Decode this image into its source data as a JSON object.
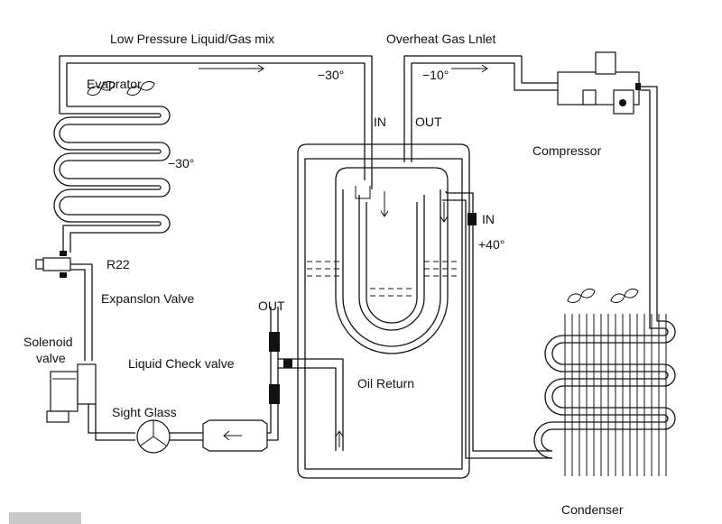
{
  "labels": {
    "low_pressure": "Low Pressure Liquid/Gas mix",
    "overheat_gas": "Overheat Gas Lnlet",
    "evaporator": "Evaprator",
    "temp_evap_top": "−30°",
    "temp_evap_coil": "−30°",
    "temp_overheat": "−10°",
    "in_top": "IN",
    "out_top": "OUT",
    "compressor": "Compressor",
    "r22": "R22",
    "expansion_valve": "Expanslon Valve",
    "in_right": "IN",
    "temp_plus40": "+40°",
    "out_left": "OUT",
    "solenoid_line1": "Solenoid",
    "solenoid_line2": "valve",
    "liquid_check_valve": "Liquid Check valve",
    "oil_return": "Oil Return",
    "sight_glass": "Sight Glass",
    "condenser": "Condenser"
  },
  "icons": [
    "fan-icon",
    "flow-arrow-icon",
    "valve-icon",
    "compressor-icon"
  ],
  "colors": {
    "line": "#111111",
    "background": "#ffffff",
    "footer_bar": "#c8c8c8"
  }
}
